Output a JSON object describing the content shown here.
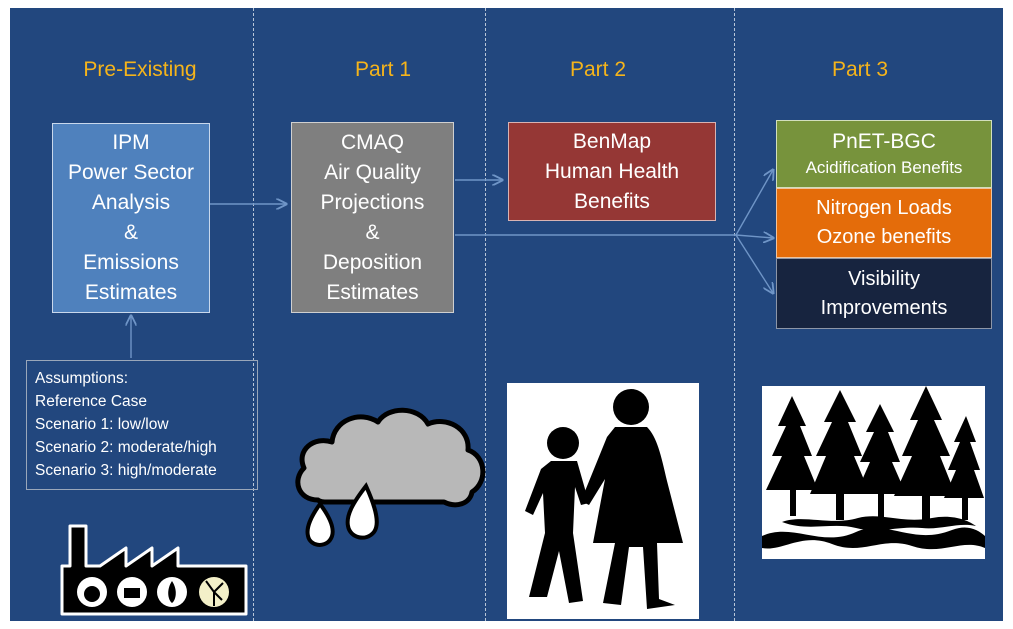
{
  "headers": {
    "pre_existing": "Pre-Existing",
    "part1": "Part 1",
    "part2": "Part 2",
    "part3": "Part 3"
  },
  "boxes": {
    "ipm": [
      "IPM",
      "Power Sector",
      "Analysis",
      "&",
      "Emissions",
      "Estimates"
    ],
    "cmaq": [
      "CMAQ",
      "Air Quality",
      "Projections",
      "&",
      "Deposition",
      "Estimates"
    ],
    "benmap": [
      "BenMap",
      "Human Health",
      "Benefits"
    ],
    "pnet": [
      "PnET-BGC",
      "Acidification Benefits"
    ],
    "nitrogen": [
      "Nitrogen Loads",
      "Ozone benefits"
    ],
    "visibility": [
      "Visibility",
      "Improvements"
    ]
  },
  "assumptions": [
    "Assumptions:",
    "Reference Case",
    "Scenario 1: low/low",
    "Scenario 2: moderate/high",
    "Scenario 3: high/moderate"
  ],
  "colors": {
    "background": "#22477e",
    "header_text": "#f5b41b",
    "ipm_box": "#4f81bd",
    "cmaq_box": "#7f7f7f",
    "benmap_box": "#953735",
    "pnet_box": "#77933c",
    "nitrogen_box": "#e46c0a",
    "visibility_box": "#17243f"
  },
  "images": {
    "factory": "factory-icon",
    "cloud": "rain-cloud-icon",
    "children": "children-silhouette-icon",
    "trees": "forest-silhouette-icon"
  }
}
